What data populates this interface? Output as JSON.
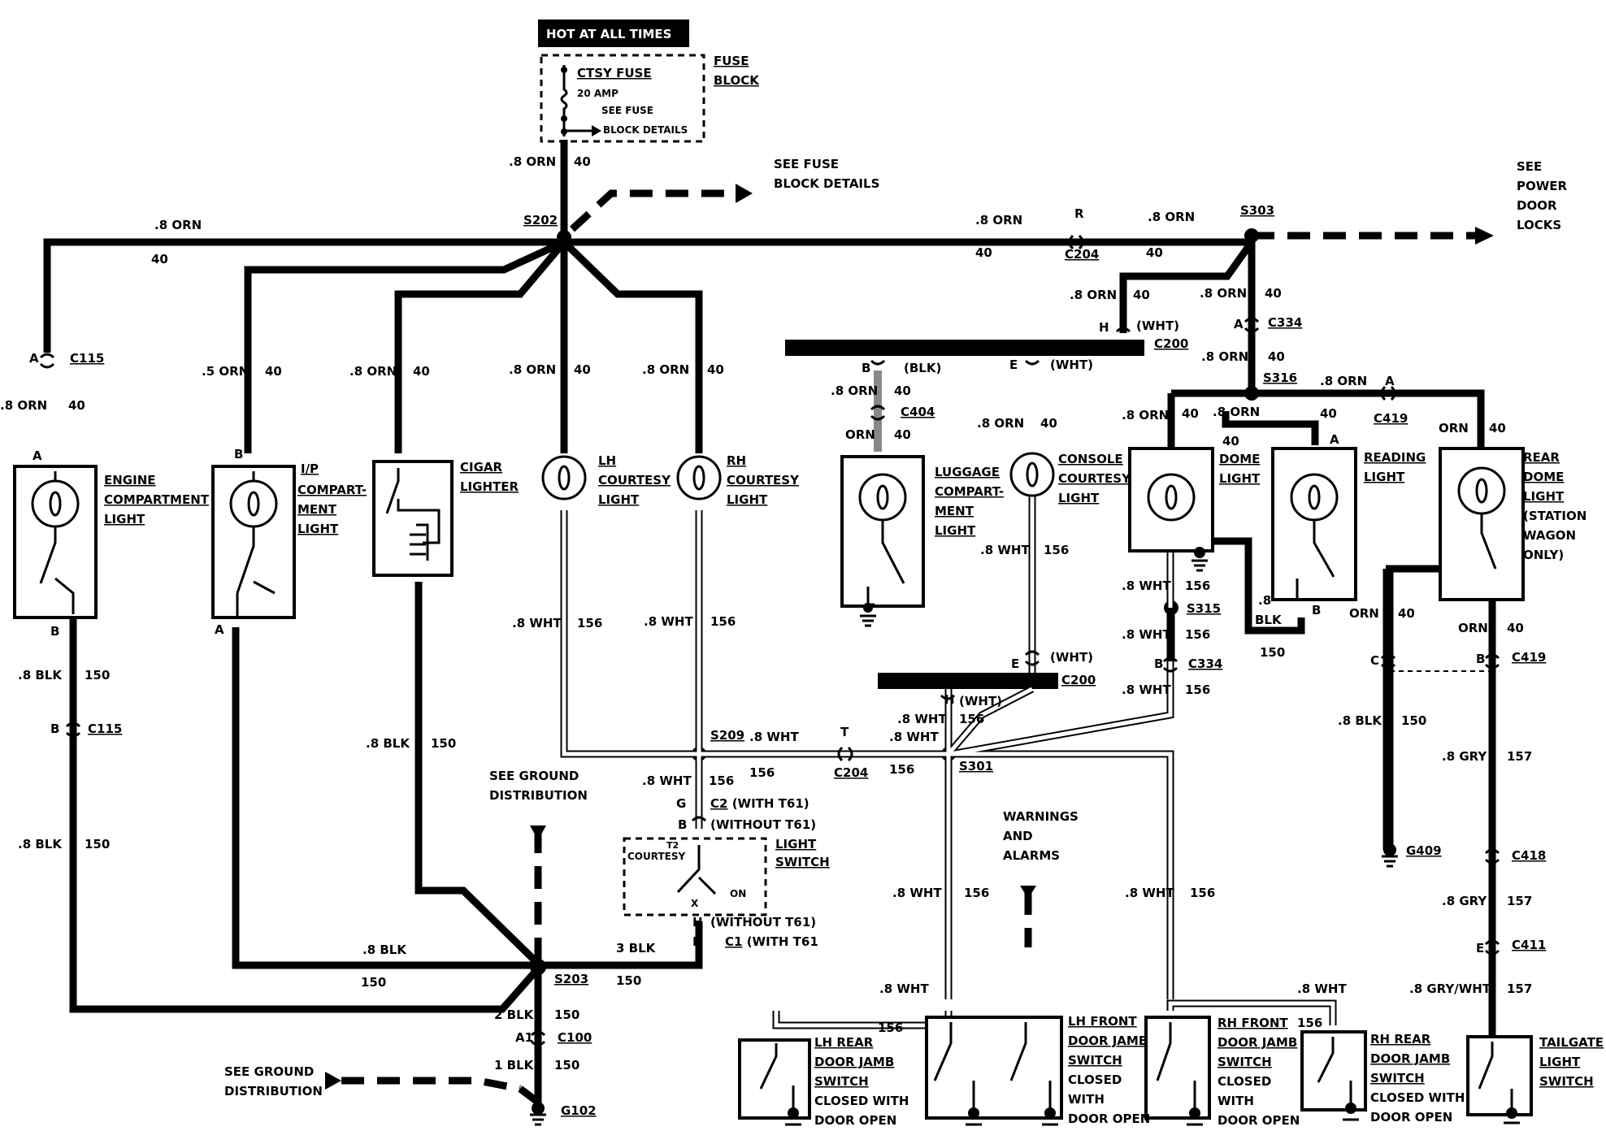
{
  "header": {
    "hot_at_all_times": "HOT AT ALL TIMES"
  },
  "fuse": {
    "name": "CTSY FUSE",
    "rating": "20 AMP",
    "see1": "SEE FUSE",
    "see2": "BLOCK DETAILS",
    "block1": "FUSE",
    "block2": "BLOCK"
  },
  "refs": {
    "fuse_details1": "SEE FUSE",
    "fuse_details2": "BLOCK DETAILS",
    "pdl1": "SEE",
    "pdl2": "POWER",
    "pdl3": "DOOR",
    "pdl4": "LOCKS",
    "gnd1": "SEE GROUND",
    "gnd2": "DISTRIBUTION",
    "gnd3": "SEE GROUND",
    "gnd4": "DISTRIBUTION",
    "warn1": "WARNINGS",
    "warn2": "AND",
    "warn3": "ALARMS"
  },
  "splices": {
    "s202": "S202",
    "s303": "S303",
    "s316": "S316",
    "s315": "S315",
    "s209": "S209",
    "s301": "S301",
    "s203": "S203"
  },
  "connectors": {
    "c115": "C115",
    "c204": "C204",
    "c200": "C200",
    "c334": "C334",
    "c404": "C404",
    "c419": "C419",
    "c418": "C418",
    "c411": "C411",
    "c100": "C100",
    "g102": "G102",
    "g409": "G409",
    "c2": "C2",
    "c1": "C1"
  },
  "wires": {
    "orn08": ".8 ORN",
    "orn05": ".5 ORN",
    "orn": "ORN",
    "c40": "40",
    "wht08": ".8 WHT",
    "c156": "156",
    "blk08": ".8 BLK",
    "blk08s": ".8  BLK",
    "blk3": "3 BLK",
    "blk2": "2 BLK",
    "blk1": "1 BLK",
    "blk": "BLK",
    "dot8": ".8",
    "c150": "150",
    "gry08": ".8 GRY",
    "c157": "157",
    "grywht": ".8 GRY/WHT",
    "wht": "(WHT)",
    "blk_p": "(BLK)"
  },
  "pins": {
    "a": "A",
    "b": "B",
    "c": "C",
    "e": "E",
    "h": "H",
    "r": "R",
    "t": "T",
    "g": "G",
    "x": "X",
    "a1": "A1"
  },
  "components": {
    "engine": [
      "ENGINE",
      "COMPARTMENT",
      "LIGHT"
    ],
    "ip": [
      "I/P",
      "COMPART-",
      "MENT",
      "LIGHT"
    ],
    "cigar": [
      "CIGAR",
      "LIGHTER"
    ],
    "lh_courtesy": [
      "LH",
      "COURTESY",
      "LIGHT"
    ],
    "rh_courtesy": [
      "RH",
      "COURTESY",
      "LIGHT"
    ],
    "luggage": [
      "LUGGAGE",
      "COMPART-",
      "MENT",
      "LIGHT"
    ],
    "console": [
      "CONSOLE",
      "COURTESY",
      "LIGHT"
    ],
    "dome": [
      "DOME",
      "LIGHT"
    ],
    "reading": [
      "READING",
      "LIGHT"
    ],
    "rear_dome": [
      "REAR",
      "DOME",
      "LIGHT",
      "(STATION",
      "WAGON",
      "ONLY)"
    ],
    "light_switch": [
      "LIGHT",
      "SWITCH"
    ],
    "lh_rear": [
      "LH REAR",
      "DOOR JAMB",
      "SWITCH",
      "CLOSED WITH",
      "DOOR OPEN"
    ],
    "lh_front": [
      "LH FRONT",
      "DOOR JAMB",
      "SWITCH",
      "CLOSED",
      "WITH",
      "DOOR OPEN"
    ],
    "rh_front": [
      "RH FRONT",
      "DOOR JAMB",
      "SWITCH",
      "CLOSED",
      "WITH",
      "DOOR OPEN"
    ],
    "rh_rear": [
      "RH REAR",
      "DOOR JAMB",
      "SWITCH",
      "CLOSED WITH",
      "DOOR OPEN"
    ],
    "tailgate": [
      "TAILGATE",
      "LIGHT",
      "SWITCH"
    ]
  },
  "light_switch_labels": {
    "with_t61": "(WITH T61)",
    "without_t61": "(WITHOUT T61)",
    "without_t61b": "(WITHOUT T61)",
    "with_t61b": "(WITH T61",
    "t2": "T2",
    "courtesy": "COURTESY",
    "on": "ON"
  }
}
